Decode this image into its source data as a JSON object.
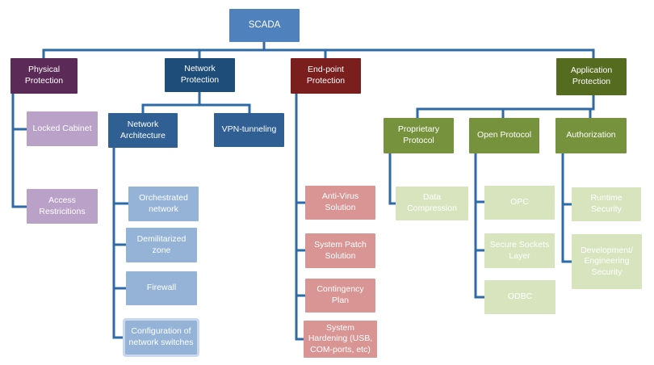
{
  "title": "SCADA",
  "categories": {
    "physical": {
      "label": "Physical Protection",
      "items": [
        "Locked Cabinet",
        "Access Restricitions"
      ]
    },
    "network": {
      "label": "Network Protection",
      "architecture": {
        "label": "Network Architecture",
        "items": [
          "Orchestrated network",
          "Demilitarized zone",
          "Firewall",
          "Configuration of network switches"
        ]
      },
      "vpn": {
        "label": "VPN-tunneling"
      }
    },
    "endpoint": {
      "label": "End-point Protection",
      "items": [
        "Anti-Virus Solution",
        "System Patch Solution",
        "Contingency Plan",
        "System Hardening (USB, COM-ports, etc)"
      ]
    },
    "application": {
      "label": "Application Protection",
      "proprietary": {
        "label": "Proprietary Protocol",
        "items": [
          "Data Compression"
        ]
      },
      "open": {
        "label": "Open Protocol",
        "items": [
          "OPC",
          "Secure Sockets Layer",
          "ODBC"
        ]
      },
      "authorization": {
        "label": "Authorization",
        "items": [
          "Runtime Security",
          "Development/ Engineering Security"
        ]
      }
    }
  },
  "colors": {
    "root": "#4f81bd",
    "physical": "#5c2a57",
    "network": "#1f4d7a",
    "endpoint": "#7a1e1e",
    "application": "#556b20",
    "connector": "#2e6aa8"
  }
}
